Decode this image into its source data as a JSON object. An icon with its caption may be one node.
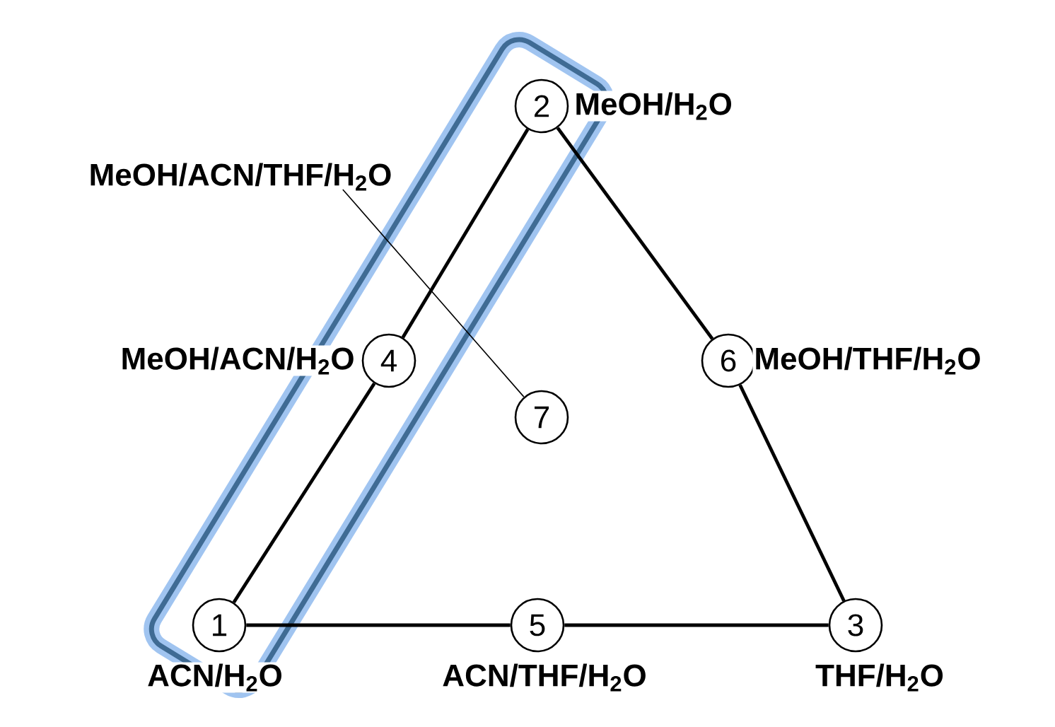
{
  "diagram": {
    "nodes": [
      {
        "text": [
          "2"
        ],
        "beside": [
          "MeOH/H$_{2}$O"
        ]
      },
      {
        "text": [
          "MeOH/ACN/THF/H$_{2}$O"
        ]
      },
      {
        "text": [
          "4"
        ],
        "beside": [
          "MeOH/ACN/H$_{2}$O"
        ]
      },
      {
        "text": [
          "6"
        ],
        "beside": [
          "MeOH/THF/H$_{2}$O"
        ]
      },
      {
        "text": [
          "7"
        ]
      },
      {
        "text": [
          "1"
        ],
        "beside": [
          "ACN/H$_{2}$O"
        ]
      },
      {
        "text": [
          "5"
        ],
        "beside": [
          "ACN/THF/H$_{2}$O"
        ]
      },
      {
        "text": [
          "3"
        ],
        "beside": [
          "THF/H$_{2}$O"
        ]
      }
    ],
    "edges": [
      {
        "from": 5,
        "to": 2,
        "arrow": "none"
      },
      {
        "from": 2,
        "to": 0,
        "arrow": "none"
      },
      {
        "from": 0,
        "to": 3,
        "arrow": "none"
      },
      {
        "from": 3,
        "to": 7,
        "arrow": "none"
      },
      {
        "from": 7,
        "to": 6,
        "arrow": "none"
      },
      {
        "from": 6,
        "to": 5,
        "arrow": "none"
      },
      {
        "from": 1,
        "to": 4,
        "arrow": "none"
      }
    ]
  }
}
